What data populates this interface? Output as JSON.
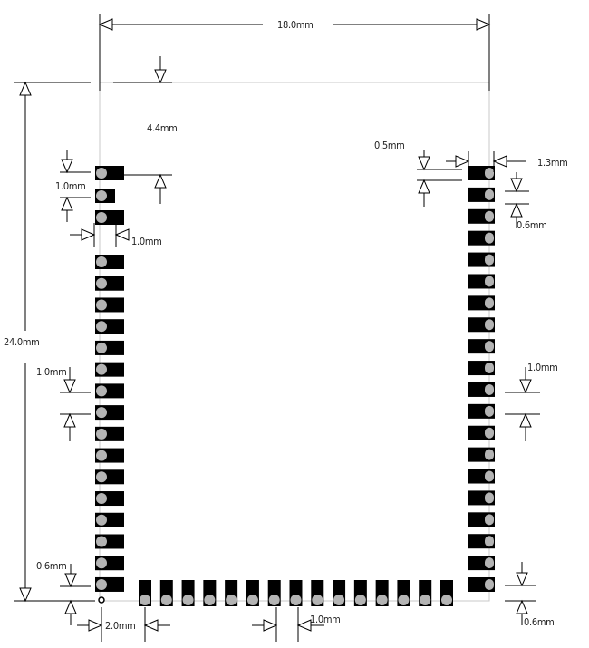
{
  "diagram": {
    "title": "Module footprint dimensions",
    "board": {
      "width_label": "18.0mm",
      "height_label": "24.0mm"
    },
    "pads": {
      "left_count": 19,
      "right_count": 20,
      "bottom_count": 15,
      "pad_color": "#000000",
      "hole_color": "#b4b4b4"
    },
    "dimensions": {
      "top_to_pin1": "4.4mm",
      "left_pad_pitch_top": "1.0mm",
      "left_pad_length": "1.0mm",
      "right_top_offset": "0.5mm",
      "right_pad_length": "1.3mm",
      "right_pad_width": "0.6mm",
      "left_pitch": "1.0mm",
      "right_pitch": "1.0mm",
      "left_bottom_offset": "0.6mm",
      "right_bottom_offset": "0.6mm",
      "bottom_first_offset": "2.0mm",
      "bottom_pitch": "1.0mm"
    }
  }
}
